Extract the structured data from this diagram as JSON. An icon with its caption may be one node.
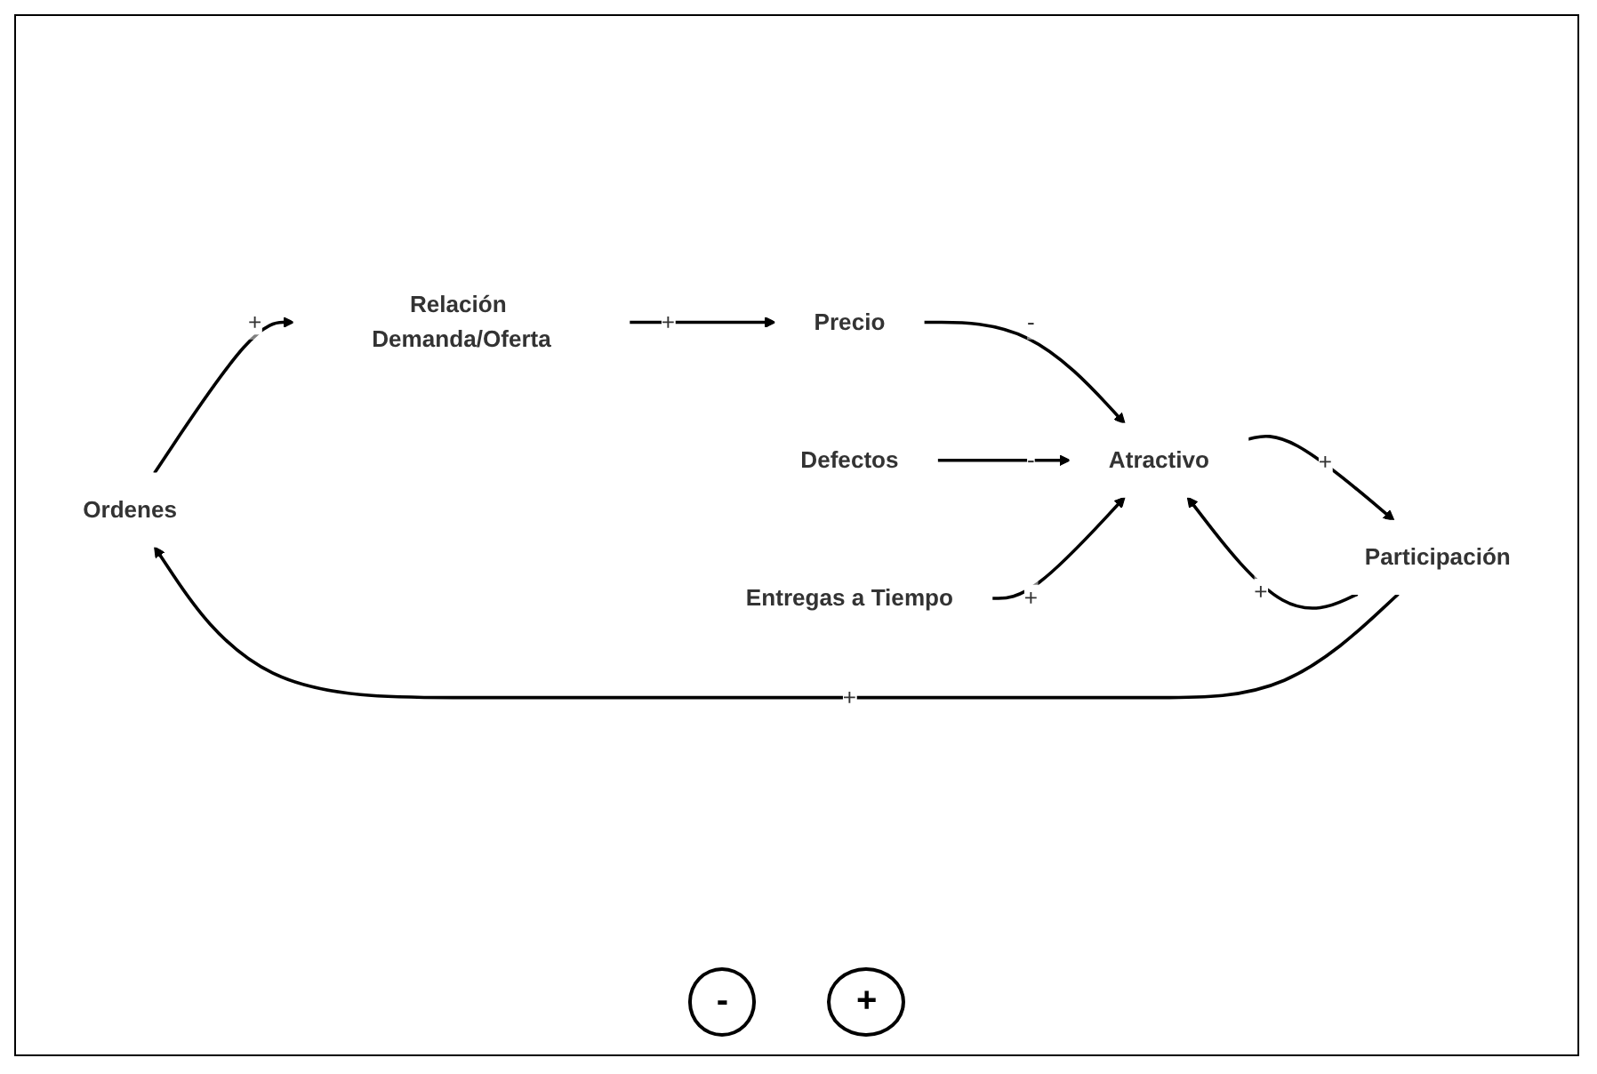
{
  "diagram": {
    "nodes": [
      {
        "text": [
          "Ordenes"
        ]
      },
      {
        "text": [
          "Participación"
        ]
      },
      {
        "text": [
          "Relación Demanda/Oferta"
        ]
      },
      {
        "text": [
          "Precio"
        ]
      },
      {
        "text": [
          "Atractivo"
        ]
      },
      {
        "text": [
          "Defectos"
        ]
      },
      {
        "text": [
          "Entregas a Tiempo"
        ]
      }
    ],
    "edges": [
      {
        "from": 1,
        "to": 0,
        "arrow": "to",
        "label": "+"
      },
      {
        "from": 0,
        "to": 2,
        "arrow": "to",
        "label": "+"
      },
      {
        "from": 2,
        "to": 3,
        "arrow": "to",
        "label": "+"
      },
      {
        "from": 3,
        "to": 4,
        "arrow": "to",
        "label": "-"
      },
      {
        "from": 4,
        "to": 1,
        "arrow": "to",
        "label": "+"
      },
      {
        "from": 1,
        "to": 4,
        "arrow": "to",
        "label": "+"
      },
      {
        "from": 5,
        "to": 4,
        "arrow": "to",
        "label": "-"
      },
      {
        "from": 6,
        "to": 4,
        "arrow": "to",
        "label": "+"
      }
    ],
    "labels": [
      "-",
      "+"
    ]
  }
}
